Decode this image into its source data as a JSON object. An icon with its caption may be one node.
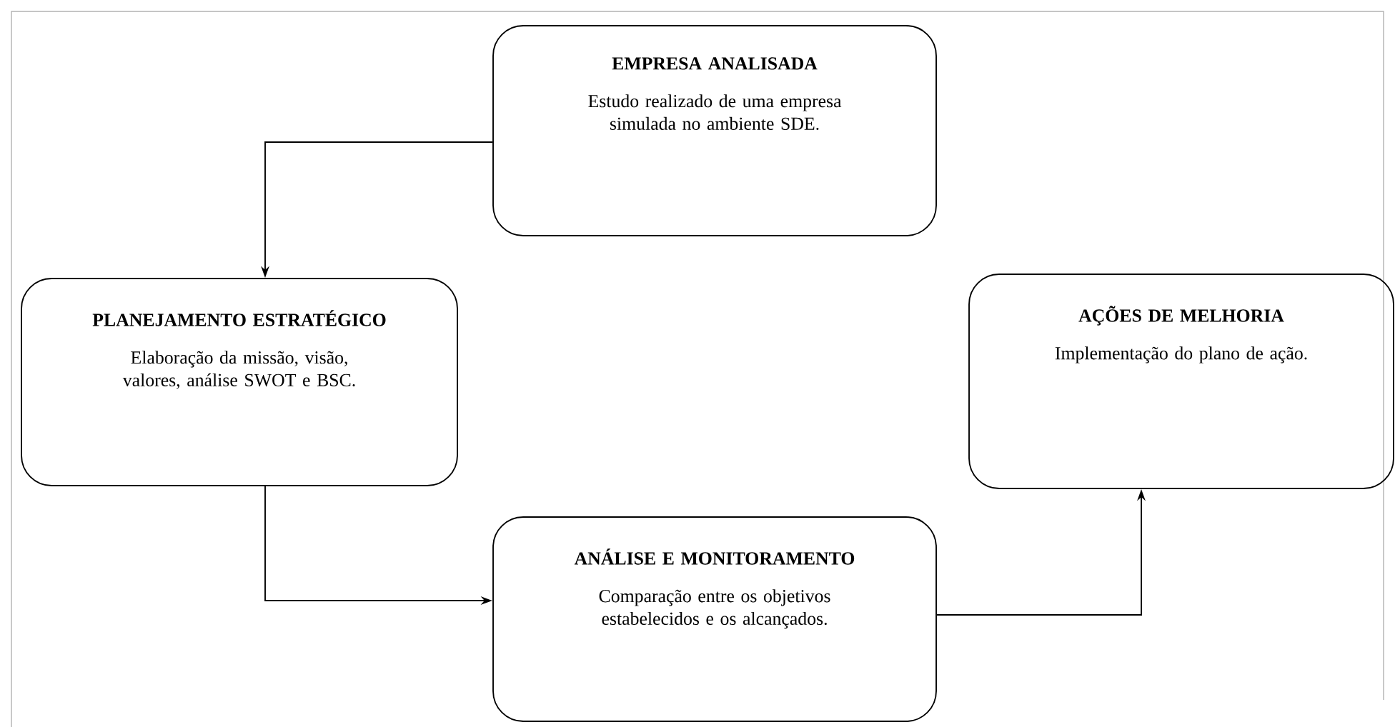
{
  "diagram": {
    "nodes": [
      {
        "text": [
          "EMPRESA ANALISADA",
          "Estudo realizado de uma empresa simulada no ambiente SDE."
        ]
      },
      {
        "text": [
          "PLANEJAMENTO ESTRATÉGICO",
          "Elaboração da missão, visão, valores, análise SWOT e BSC."
        ]
      },
      {
        "text": [
          "ANÁLISE E MONITORAMENTO",
          "Comparação entre os objetivos estabelecidos e os alcançados."
        ]
      },
      {
        "text": [
          "AÇÕES DE MELHORIA",
          "Implementação do plano de ação."
        ]
      }
    ],
    "edges": [
      {
        "from": 0,
        "to": 1,
        "arrow": "to"
      },
      {
        "from": 1,
        "to": 2,
        "arrow": "to"
      },
      {
        "from": 2,
        "to": 3,
        "arrow": "to"
      }
    ]
  }
}
